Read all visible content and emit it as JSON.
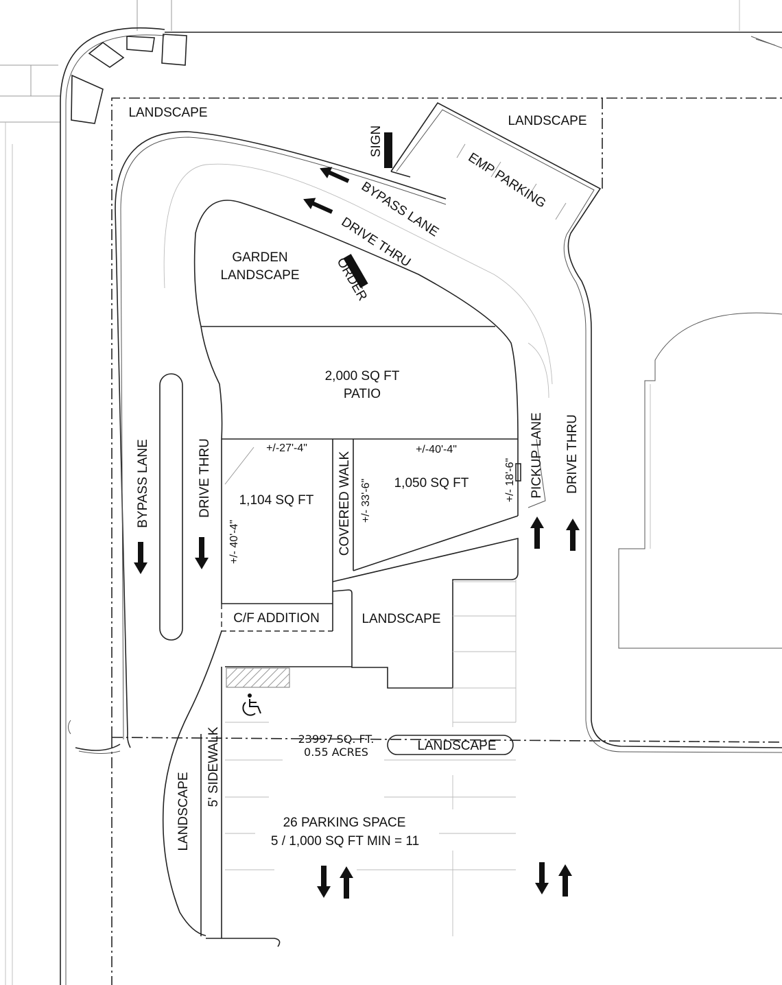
{
  "labels": {
    "landscape_nw": "LANDSCAPE",
    "landscape_ne": "LANDSCAPE",
    "sign": "SIGN",
    "emp_parking": "EMP PARKING",
    "bypass_lane_top": "BYPASS LANE",
    "drive_thru_top": "DRIVE THRU",
    "order": "ORDER",
    "garden_1": "GARDEN",
    "garden_2": "LANDSCAPE",
    "patio_1": "2,000 SQ FT",
    "patio_2": "PATIO",
    "dim_27": "+/-27'-4\"",
    "dim_40_top": "+/-40'-4\"",
    "area_1104": "1,104 SQ FT",
    "area_1050": "1,050 SQ FT",
    "covered_walk": "COVERED WALK",
    "dim_33": "+/- 33'-6\"",
    "dim_18": "+/- 18'-6\"",
    "dim_40_side": "+/- 40'-4\"",
    "bypass_lane_left": "BYPASS LANE",
    "drive_thru_left": "DRIVE THRU",
    "pickup_lane": "PICKUP LANE",
    "drive_thru_right": "DRIVE THRU",
    "cf_addition": "C/F ADDITION",
    "landscape_mid": "LANDSCAPE",
    "lot_area_1": "23997 SQ. FT.",
    "lot_area_2": "0.55 ACRES",
    "parking_1": "26 PARKING SPACE",
    "parking_2": "5 / 1,000 SQ FT MIN = 11",
    "sidewalk": "5' SIDEWALK",
    "landscape_sw": "LANDSCAPE",
    "landscape_bottom": "LANDSCAPE"
  },
  "icons": {
    "accessible": "accessible-parking-icon"
  },
  "colors": {
    "linework": "#222222",
    "background": "#ffffff"
  }
}
